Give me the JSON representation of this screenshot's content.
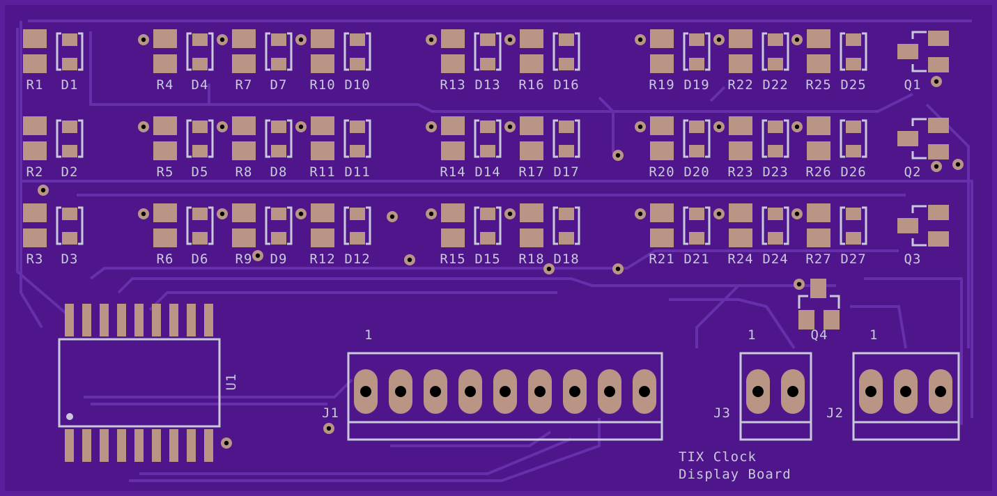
{
  "board": {
    "title_line1": "TIX Clock",
    "title_line2": "Display Board",
    "colors": {
      "substrate": "#5a1f9a",
      "board": "#4e168a",
      "trace": "#6630ac",
      "pad": "#b99585",
      "silkscreen": "#c9c9dc",
      "drill": "#000000"
    }
  },
  "labels": {
    "r": [
      "R1",
      "R2",
      "R3",
      "R4",
      "R5",
      "R6",
      "R7",
      "R8",
      "R9",
      "R10",
      "R11",
      "R12",
      "R13",
      "R14",
      "R15",
      "R16",
      "R17",
      "R18",
      "R19",
      "R20",
      "R21",
      "R22",
      "R23",
      "R24",
      "R25",
      "R26",
      "R27"
    ],
    "d": [
      "D1",
      "D2",
      "D3",
      "D4",
      "D5",
      "D6",
      "D7",
      "D8",
      "D9",
      "D10",
      "D11",
      "D12",
      "D13",
      "D14",
      "D15",
      "D16",
      "D17",
      "D18",
      "D19",
      "D20",
      "D21",
      "D22",
      "D23",
      "D24",
      "D25",
      "D26",
      "D27"
    ],
    "q": [
      "Q1",
      "Q2",
      "Q3",
      "Q4"
    ],
    "u1": "U1",
    "j1": "J1",
    "j2": "J2",
    "j3": "J3",
    "pin1": "1"
  },
  "icons": {
    "resistor": "resistor-pad-icon",
    "led": "led-footprint-icon",
    "transistor": "transistor-footprint-icon",
    "ic": "soic-ic-icon",
    "header": "pin-header-icon",
    "via": "via-icon"
  }
}
